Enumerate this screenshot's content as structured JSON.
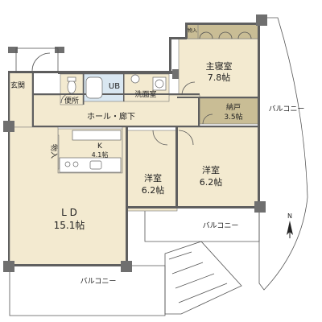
{
  "colors": {
    "room_fill": "#f3ead0",
    "wet_fill": "#d9e7f1",
    "storage_fill": "#c9bd95",
    "wall": "#5f5f5f",
    "balcony_fill": "#ffffff"
  },
  "rooms": {
    "master": {
      "name": "主寝室",
      "size": "7.8帖"
    },
    "nando": {
      "name": "納戸",
      "size": "3.5帖"
    },
    "hall": {
      "name": "ホール・廊下"
    },
    "genkan": {
      "name": "玄関"
    },
    "toilet": {
      "name": "便所"
    },
    "ub": {
      "name": "UB"
    },
    "washroom": {
      "name": "洗面室"
    },
    "monoire_top": {
      "name": "物入"
    },
    "monoire_kitchen": {
      "name": "物入"
    },
    "kitchen": {
      "name": "K",
      "size": "4.1帖"
    },
    "western1": {
      "name": "洋室",
      "size": "6.2帖"
    },
    "western2": {
      "name": "洋室",
      "size": "6.2帖"
    },
    "ld": {
      "name": "L D",
      "size": "15.1帖"
    }
  },
  "balconies": [
    {
      "name": "バルコニー"
    },
    {
      "name": "バルコニー"
    },
    {
      "name": "バルコニー"
    }
  ],
  "compass": {
    "label": "N"
  }
}
